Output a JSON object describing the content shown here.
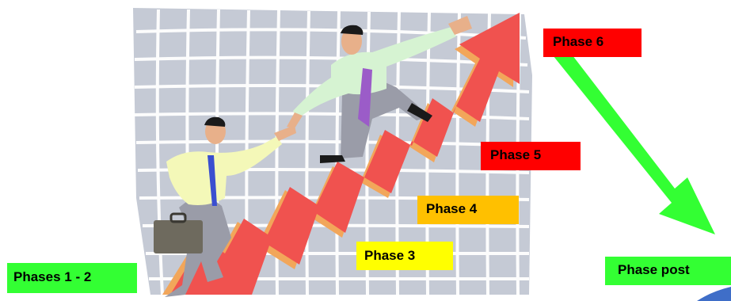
{
  "labels": {
    "phases_1_2": "Phases 1 - 2",
    "phase_3": "Phase 3",
    "phase_4": "Phase 4",
    "phase_5": "Phase 5",
    "phase_6": "Phase 6",
    "phase_post": "Phase post"
  },
  "colors": {
    "green": "#33ff33",
    "yellow": "#ffff00",
    "orange": "#ffc000",
    "red": "#ff0000",
    "arrow_red": "#f0524f",
    "arrow_shadow": "#f2a65a",
    "down_arrow": "#33ff33",
    "grid_bg": "#c7ccd6",
    "grid_line": "#ffffff"
  }
}
